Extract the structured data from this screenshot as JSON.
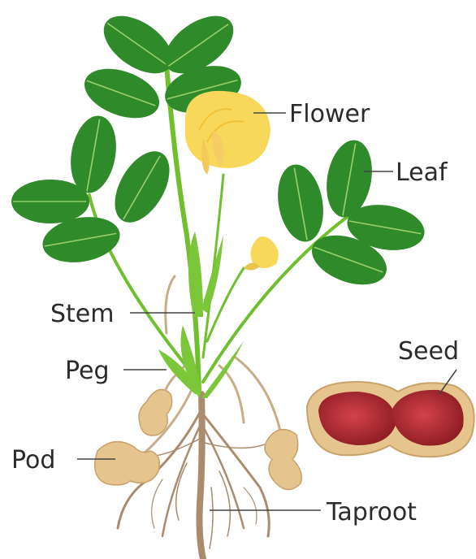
{
  "labels": {
    "flower": "Flower",
    "leaf": "Leaf",
    "stem": "Stem",
    "peg": "Peg",
    "seed": "Seed",
    "pod": "Pod",
    "taproot": "Taproot"
  },
  "colors": {
    "leaf": "#2f8a2a",
    "leaf_vein": "#9ccf6a",
    "stem": "#6fbf2f",
    "flower": "#f7d85a",
    "root": "#a98c6e",
    "pod": "#e6c48e",
    "seed": "#a8262b"
  }
}
